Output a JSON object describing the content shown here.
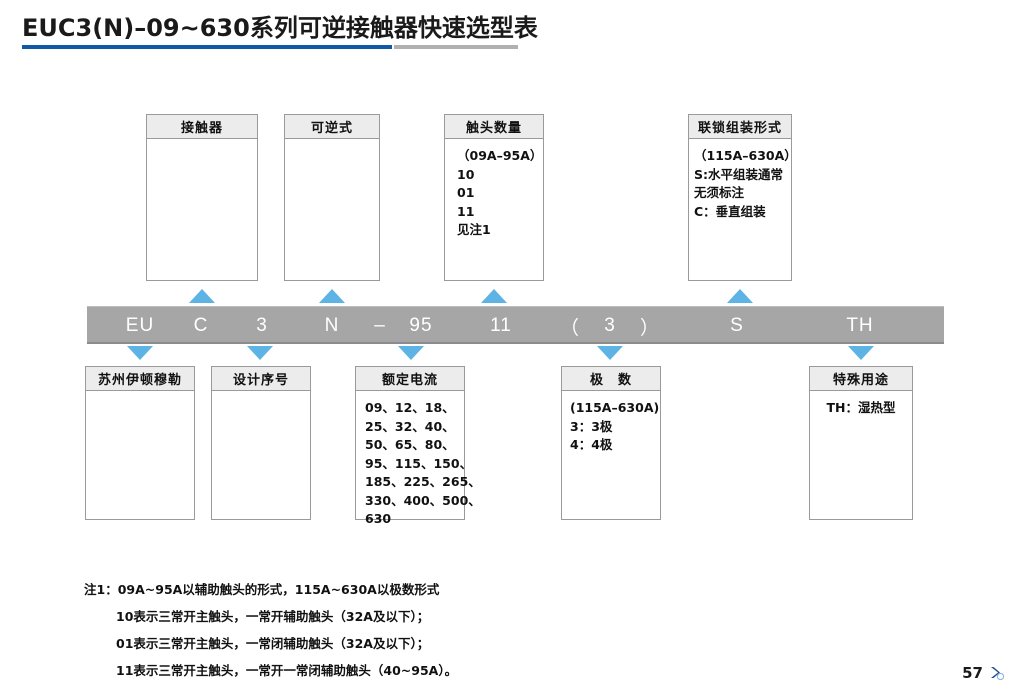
{
  "page_title": "EUC3(N)–09~630系列可逆接触器快速选型表",
  "colors": {
    "rule_blue": "#1159a6",
    "rule_gray": "#b0b0b0",
    "bar_gray": "#a6a6a6",
    "arrow_blue": "#5cb3e4",
    "header_fill": "#ececec"
  },
  "top_boxes": [
    {
      "title": "接触器",
      "lines": []
    },
    {
      "title": "可逆式",
      "lines": []
    },
    {
      "title": "触头数量",
      "lines": [
        "（09A–95A）",
        "10",
        "01",
        "11",
        "见注1"
      ]
    },
    {
      "title": "联锁组装形式",
      "lines": [
        "（115A–630A）",
        "S:水平组装通常",
        "无须标注",
        "C：垂直组装"
      ]
    }
  ],
  "bottom_boxes": [
    {
      "title": "苏州伊顿穆勒",
      "lines": []
    },
    {
      "title": "设计序号",
      "lines": []
    },
    {
      "title": "额定电流",
      "lines": [
        "09、12、18、",
        "25、32、40、",
        "50、65、80、",
        "95、115、150、",
        "185、225、265、",
        "330、400、500、",
        "630"
      ]
    },
    {
      "title": "极　数",
      "lines": [
        "(115A–630A)",
        "3：3极",
        "4：4极"
      ]
    },
    {
      "title": "特殊用途",
      "lines": [
        "TH：湿热型"
      ]
    }
  ],
  "code_bar": {
    "segments": [
      {
        "text": "EU"
      },
      {
        "text": "C"
      },
      {
        "text": "3"
      },
      {
        "text": "N"
      },
      {
        "text": "–"
      },
      {
        "text": "95"
      },
      {
        "text": "11"
      },
      {
        "text": "（"
      },
      {
        "text": "3"
      },
      {
        "text": "）"
      },
      {
        "text": "S"
      },
      {
        "text": "TH"
      }
    ]
  },
  "notes": [
    "注1：09A~95A以辅助触头的形式，115A~630A以极数形式",
    "10表示三常开主触头，一常开辅助触头（32A及以下）；",
    "01表示三常开主触头，一常闭辅助触头（32A及以下）；",
    "11表示三常开主触头，一常开一常闭辅助触头（40~95A）。"
  ],
  "page_number": "57"
}
